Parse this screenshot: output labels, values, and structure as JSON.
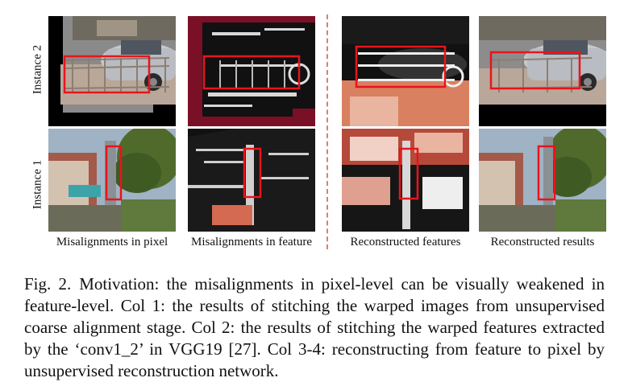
{
  "figure": {
    "row_labels": [
      "Instance 2",
      "Instance 1"
    ],
    "column_labels": [
      "Misalignments in pixel",
      "Misalignments in feature",
      "Reconstructed features",
      "Reconstructed results"
    ]
  },
  "caption": {
    "label": "Fig. 2.",
    "text": "Motivation: the misalignments in pixel-level can be visually weakened in feature-level. Col 1: the results of stitching the warped images from unsupervised coarse alignment stage. Col 2: the results of stitching the warped features extracted by the ‘conv1_2’ in VGG19 [27]. Col 3-4: reconstructing from feature to pixel by unsupervised reconstruction network."
  },
  "colors": {
    "highlight_box": "#e8141c",
    "divider": "#e07a7a",
    "feature_heat": "#c0392b"
  }
}
